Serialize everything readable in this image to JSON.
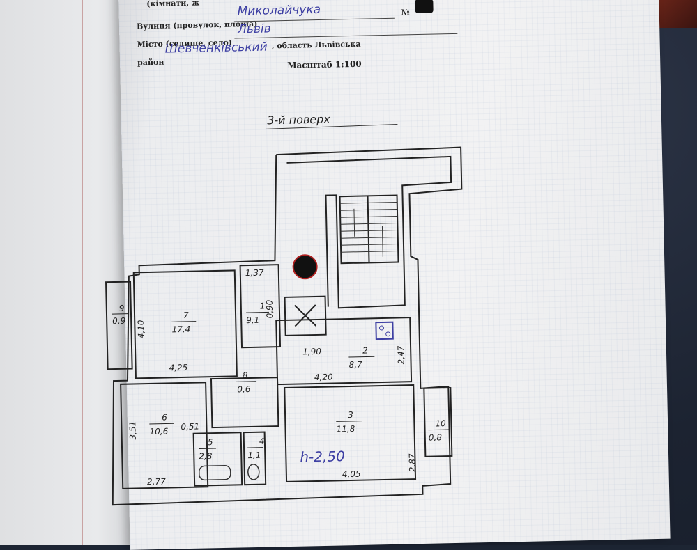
{
  "header": {
    "line1_label": "(кімнати, ж",
    "street_label": "Вулиця (провулок, площа)",
    "street_value": "Миколайчука",
    "number_label": "№",
    "city_label": "Місто (селище, село)",
    "city_value": "Львів",
    "district_label": "район",
    "district_value": "Шевченківський",
    "region_text": ", область Львівська",
    "scale_text": "Масштаб 1:100"
  },
  "floor_title": "3-й поверх",
  "rooms": [
    {
      "id": "1",
      "area": "9,1"
    },
    {
      "id": "2",
      "area": "8,7"
    },
    {
      "id": "3",
      "area": "11,8"
    },
    {
      "id": "4",
      "area": "1,1"
    },
    {
      "id": "5",
      "area": "2,8"
    },
    {
      "id": "6",
      "area": "10,6"
    },
    {
      "id": "7",
      "area": "17,4"
    },
    {
      "id": "8",
      "area": "0,6"
    },
    {
      "id": "9",
      "area": "0,9"
    },
    {
      "id": "10",
      "area": "0,8"
    }
  ],
  "dimensions": {
    "d137": "1,37",
    "d090": "0,90",
    "d190": "1,90",
    "d420": "4,20",
    "d247": "2,47",
    "d410": "4,10",
    "d425": "4,25",
    "d351": "3,51",
    "d051": "0,51",
    "d277": "2,77",
    "d287": "2,87",
    "d405": "4,05"
  },
  "height_note": "h-2,50",
  "colors": {
    "ink": "#222222",
    "pen": "#3d3fa3",
    "paper": "#f2f2f3"
  }
}
